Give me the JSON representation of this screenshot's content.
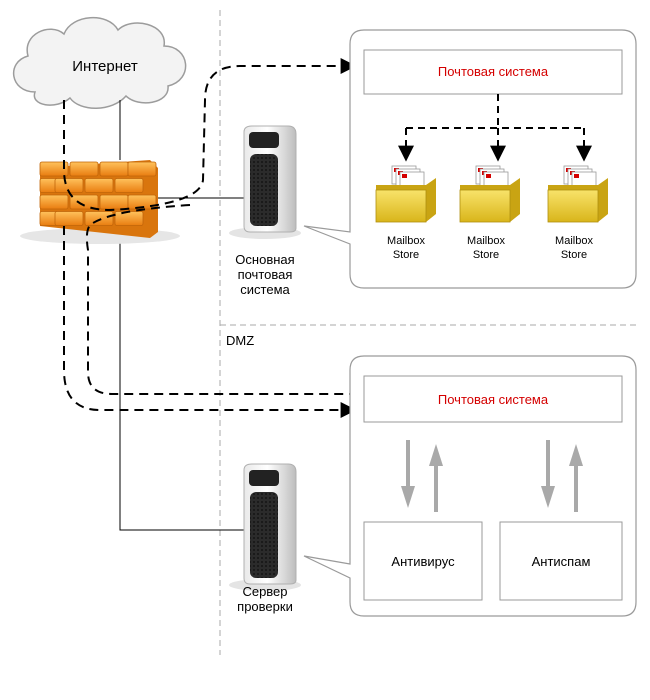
{
  "internet_label": "Интернет",
  "dmz_label": "DMZ",
  "main_server": {
    "label_line1": "Основная",
    "label_line2": "почтовая",
    "label_line3": "система"
  },
  "check_server": {
    "label_line1": "Сервер",
    "label_line2": "проверки"
  },
  "top_panel": {
    "mail_system_label": "Почтовая система",
    "stores": [
      {
        "line1": "Mailbox",
        "line2": "Store"
      },
      {
        "line1": "Mailbox",
        "line2": "Store"
      },
      {
        "line1": "Mailbox",
        "line2": "Store"
      }
    ]
  },
  "bottom_panel": {
    "mail_system_label": "Почтовая система",
    "antivirus_label": "Антивирус",
    "antispam_label": "Антиспам"
  },
  "colors": {
    "mail_system_text": "#d40000",
    "brick": "#f39a2c",
    "store": "#f0d440"
  }
}
